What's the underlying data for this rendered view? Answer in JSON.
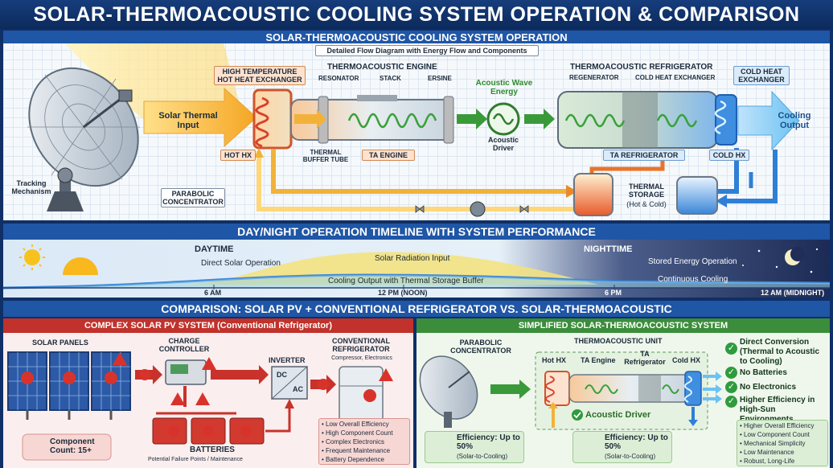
{
  "title": "SOLAR-THERMOACOUSTIC COOLING SYSTEM OPERATION & COMPARISON",
  "operation": {
    "header": "SOLAR-THERMOACOUSTIC COOLING SYSTEM OPERATION",
    "subtitle": "Detailed Flow Diagram with Energy Flow and Components",
    "solar_input": "Solar Thermal Input",
    "tracking": "Tracking Mechanism",
    "parabolic": "PARABOLIC CONCENTRATOR",
    "hot_exchanger": "HIGH TEMPERATURE HOT HEAT EXCHANGER",
    "hot_hx": "HOT HX",
    "engine_title": "THERMOACOUSTIC ENGINE",
    "resonator": "RESONATOR",
    "stack": "STACK",
    "ersine": "ERSINE",
    "thermal_buffer": "THERMAL BUFFER TUBE",
    "ta_engine": "TA ENGINE",
    "acoustic_wave": "Acoustic Wave Energy",
    "acoustic_driver": "Acoustic Driver",
    "refrig_title": "THERMOACOUSTIC REFRIGERATOR",
    "regenerator": "REGENERATOR",
    "cold_exchanger_inner": "COLD HEAT EXCHANGER",
    "cold_exchanger": "COLD HEAT EXCHANGER",
    "ta_refrigerator": "TA REFRIGERATOR",
    "cold_hx": "COLD HX",
    "cooling_output": "Cooling Output",
    "thermal_storage": "THERMAL STORAGE",
    "storage_sub": "(Hot & Cold)"
  },
  "timeline": {
    "header": "DAY/NIGHT OPERATION TIMELINE WITH SYSTEM PERFORMANCE",
    "daytime": "DAYTIME",
    "nighttime": "NIGHTTIME",
    "direct": "Direct Solar Operation",
    "radiation": "Solar Radiation Input",
    "cooling_buffer": "Cooling Output with Thermal Storage Buffer",
    "stored": "Stored Energy Operation",
    "continuous": "Continuous Cooling",
    "ticks": [
      "6 AM",
      "12 PM (NOON)",
      "6 PM",
      "12 AM (MIDNIGHT)"
    ]
  },
  "comparison": {
    "header": "COMPARISON: SOLAR PV + CONVENTIONAL REFRIGERATOR VS. SOLAR-THERMOACOUSTIC",
    "pv": {
      "header": "COMPLEX SOLAR PV SYSTEM (Conventional Refrigerator)",
      "solar_panels": "SOLAR PANELS",
      "charge_controller": "CHARGE CONTROLLER",
      "inverter": "INVERTER",
      "dc": "DC",
      "ac": "AC",
      "refrigerator": "CONVENTIONAL REFRIGERATOR",
      "refrigerator_sub": "Compressor, Electronics",
      "batteries": "BATTERIES",
      "batteries_sub": "Potential Failure Points / Maintenance",
      "component_count": "Component Count: 15+",
      "bullets": [
        "Low Overall Efficiency",
        "High Component Count",
        "Complex Electronics",
        "Frequent Maintenance",
        "Battery Dependence"
      ]
    },
    "ta": {
      "header": "SIMPLIFIED SOLAR-THERMOACOUSTIC SYSTEM",
      "parabolic": "PARABOLIC CONCENTRATOR",
      "unit": "THERMOACOUSTIC UNIT",
      "hot_hx": "Hot HX",
      "ta_engine": "TA Engine",
      "ta_refrigerator": "TA Refrigerator",
      "cold_hx": "Cold HX",
      "acoustic_driver": "Acoustic Driver",
      "efficiency_label": "Efficiency: Up to 50%",
      "efficiency_sub": "(Solar-to-Cooling)",
      "efficiency_fraction": 0.5,
      "checks": [
        "Direct Conversion (Thermal to Acoustic to Cooling)",
        "No Batteries",
        "No Electronics",
        "Higher Efficiency in High-Sun Environments"
      ],
      "bullets": [
        "Higher Overall Efficiency",
        "Low Component Count",
        "Mechanical Simplicity",
        "Low Maintenance",
        "Robust, Long-Life"
      ]
    }
  },
  "colors": {
    "navy": "#0f2f66",
    "header_blue": "#1f56a6",
    "pv_red": "#c0322b",
    "ta_green": "#3b8d3b",
    "hot": "#e8692b",
    "cold": "#2f7fd6"
  }
}
